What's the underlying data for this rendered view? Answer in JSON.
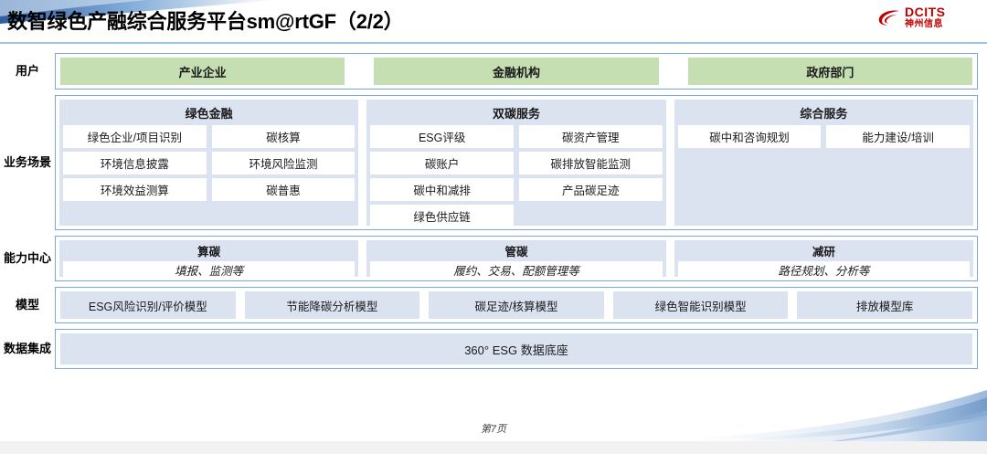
{
  "header": {
    "title": "数智绿色产融综合服务平台sm@rtGF（2/2）",
    "logo_en": "DCITS",
    "logo_cn": "神州信息"
  },
  "colors": {
    "accent_blue": "#7ba7d7",
    "panel_blue": "#dce3f0",
    "user_green": "#c5dfb3",
    "logo_red": "#c00000",
    "rule_blue": "#9dc3e6"
  },
  "rows": {
    "user": {
      "label": "用户",
      "chips": [
        {
          "label": "产业企业"
        },
        {
          "label": "金融机构"
        },
        {
          "label": "政府部门"
        }
      ]
    },
    "scene": {
      "label": "业务场景",
      "panels": [
        {
          "title": "绿色金融",
          "cells": [
            {
              "label": "绿色企业/项目识别"
            },
            {
              "label": "碳核算"
            },
            {
              "label": "环境信息披露"
            },
            {
              "label": "环境风险监测"
            },
            {
              "label": "环境效益测算"
            },
            {
              "label": "碳普惠"
            }
          ]
        },
        {
          "title": "双碳服务",
          "cells": [
            {
              "label": "ESG评级"
            },
            {
              "label": "碳资产管理"
            },
            {
              "label": "碳账户"
            },
            {
              "label": "碳排放智能监测"
            },
            {
              "label": "碳中和减排"
            },
            {
              "label": "产品碳足迹"
            },
            {
              "label": "绿色供应链"
            }
          ]
        },
        {
          "title": "综合服务",
          "cells": [
            {
              "label": "碳中和咨询规划"
            },
            {
              "label": "能力建设/培训"
            }
          ]
        }
      ]
    },
    "capability": {
      "label": "能力中心",
      "panels": [
        {
          "title": "算碳",
          "sub": "填报、监测等"
        },
        {
          "title": "管碳",
          "sub": "履约、交易、配额管理等"
        },
        {
          "title": "减研",
          "sub": "路径规划、分析等"
        }
      ]
    },
    "model": {
      "label": "模型",
      "chips": [
        {
          "label": "ESG风险识别/评价模型"
        },
        {
          "label": "节能降碳分析模型"
        },
        {
          "label": "碳足迹/核算模型"
        },
        {
          "label": "绿色智能识别模型"
        },
        {
          "label": "排放模型库"
        }
      ]
    },
    "data": {
      "label": "数据集成",
      "bar": "360° ESG 数据底座"
    }
  },
  "footer": {
    "page_number": "第7页"
  }
}
